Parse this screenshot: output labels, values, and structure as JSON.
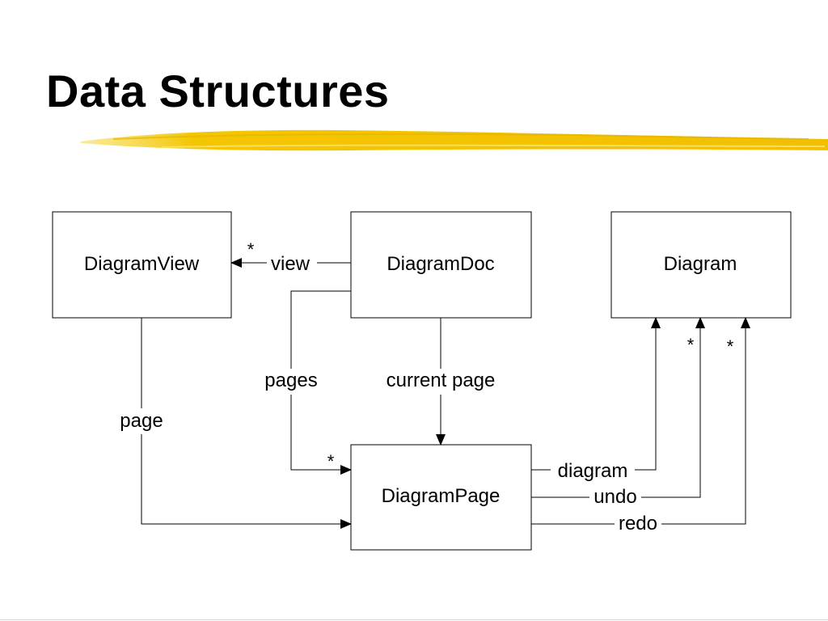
{
  "slide": {
    "title": "Data Structures",
    "accent_color": "#f4c600"
  },
  "diagram": {
    "classes": {
      "diagram_view": "DiagramView",
      "diagram_doc": "DiagramDoc",
      "diagram": "Diagram",
      "diagram_page": "DiagramPage"
    },
    "associations": {
      "view": "view",
      "pages": "pages",
      "current_page": "current page",
      "page": "page",
      "diagram": "diagram",
      "undo": "undo",
      "redo": "redo"
    },
    "multiplicities": {
      "view": "*",
      "pages": "*",
      "undo": "*",
      "redo": "*"
    }
  }
}
